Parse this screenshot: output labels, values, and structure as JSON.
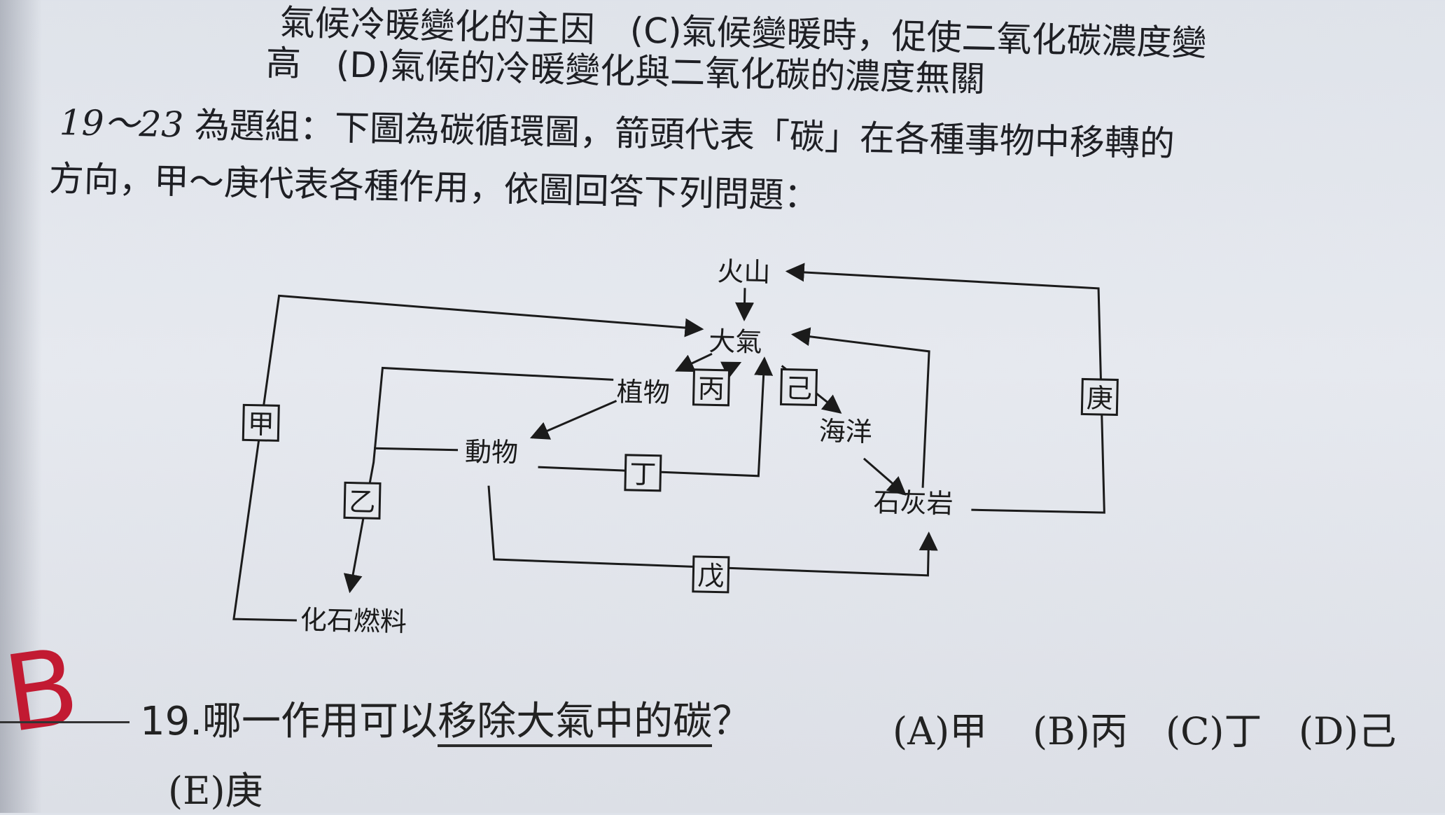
{
  "text": {
    "line1": "氣候冷暖變化的主因　(C)氣候變暖時，促使二氧化碳濃度變",
    "line2": "高　(D)氣候的冷暖變化與二氧化碳的濃度無關",
    "line3_num": "19～23",
    "line3_rest": " 為題組：下圖為碳循環圖，箭頭代表「碳」在各種事物中移轉的",
    "line4": "方向，甲～庚代表各種作用，依圖回答下列問題：",
    "question": "19.哪一作用可以",
    "question_underlined": "移除大氣中的碳",
    "question_end": "？",
    "answer_mark": "B"
  },
  "options": {
    "A": "(A)甲",
    "B": "(B)丙",
    "C": "(C)丁",
    "D": "(D)己",
    "E": "(E)庚"
  },
  "diagram": {
    "nodes": {
      "volcano": "火山",
      "atmosphere": "大氣",
      "plants": "植物",
      "animals": "動物",
      "ocean": "海洋",
      "limestone": "石灰岩",
      "fossil_fuel": "化石燃料"
    },
    "processes": {
      "jia": "甲",
      "yi": "乙",
      "bing": "丙",
      "ding": "丁",
      "wu": "戊",
      "ji": "己",
      "geng": "庚"
    }
  },
  "colors": {
    "paper": "#e3e6ec",
    "ink": "#1e1f24",
    "red_pen": "#c21a32"
  }
}
